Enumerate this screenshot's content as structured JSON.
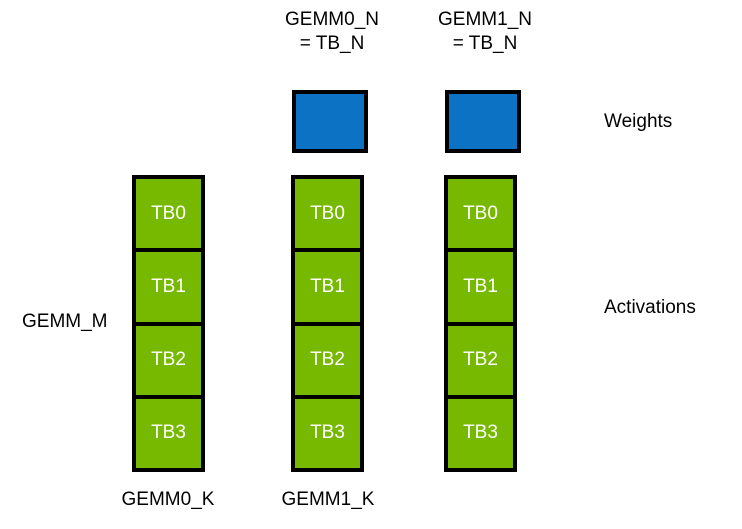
{
  "diagram": {
    "title_labels": {
      "gemm0_n": "GEMM0_N\n= TB_N",
      "gemm1_n": "GEMM1_N\n= TB_N"
    },
    "side_labels": {
      "weights": "Weights",
      "activations": "Activations",
      "gemm_m": "GEMM_M"
    },
    "bottom_labels": {
      "gemm0_k": "GEMM0_K",
      "gemm1_k": "GEMM1_K"
    },
    "colors": {
      "activation_green": "#76B900",
      "weight_blue": "#0B72C4",
      "border_black": "#000000",
      "cell_text": "#FFFFFF",
      "background": "#FFFFFF"
    },
    "weight_blocks": [
      {
        "name": "gemm0-weights",
        "fill": "#0B72C4"
      },
      {
        "name": "gemm1-weights",
        "fill": "#0B72C4"
      }
    ],
    "activation_columns": [
      {
        "name": "gemm0-activations-left",
        "cells": [
          "TB0",
          "TB1",
          "TB2",
          "TB3"
        ]
      },
      {
        "name": "gemm0-activations-middle",
        "cells": [
          "TB0",
          "TB1",
          "TB2",
          "TB3"
        ]
      },
      {
        "name": "gemm1-activations-right",
        "cells": [
          "TB0",
          "TB1",
          "TB2",
          "TB3"
        ]
      }
    ]
  }
}
